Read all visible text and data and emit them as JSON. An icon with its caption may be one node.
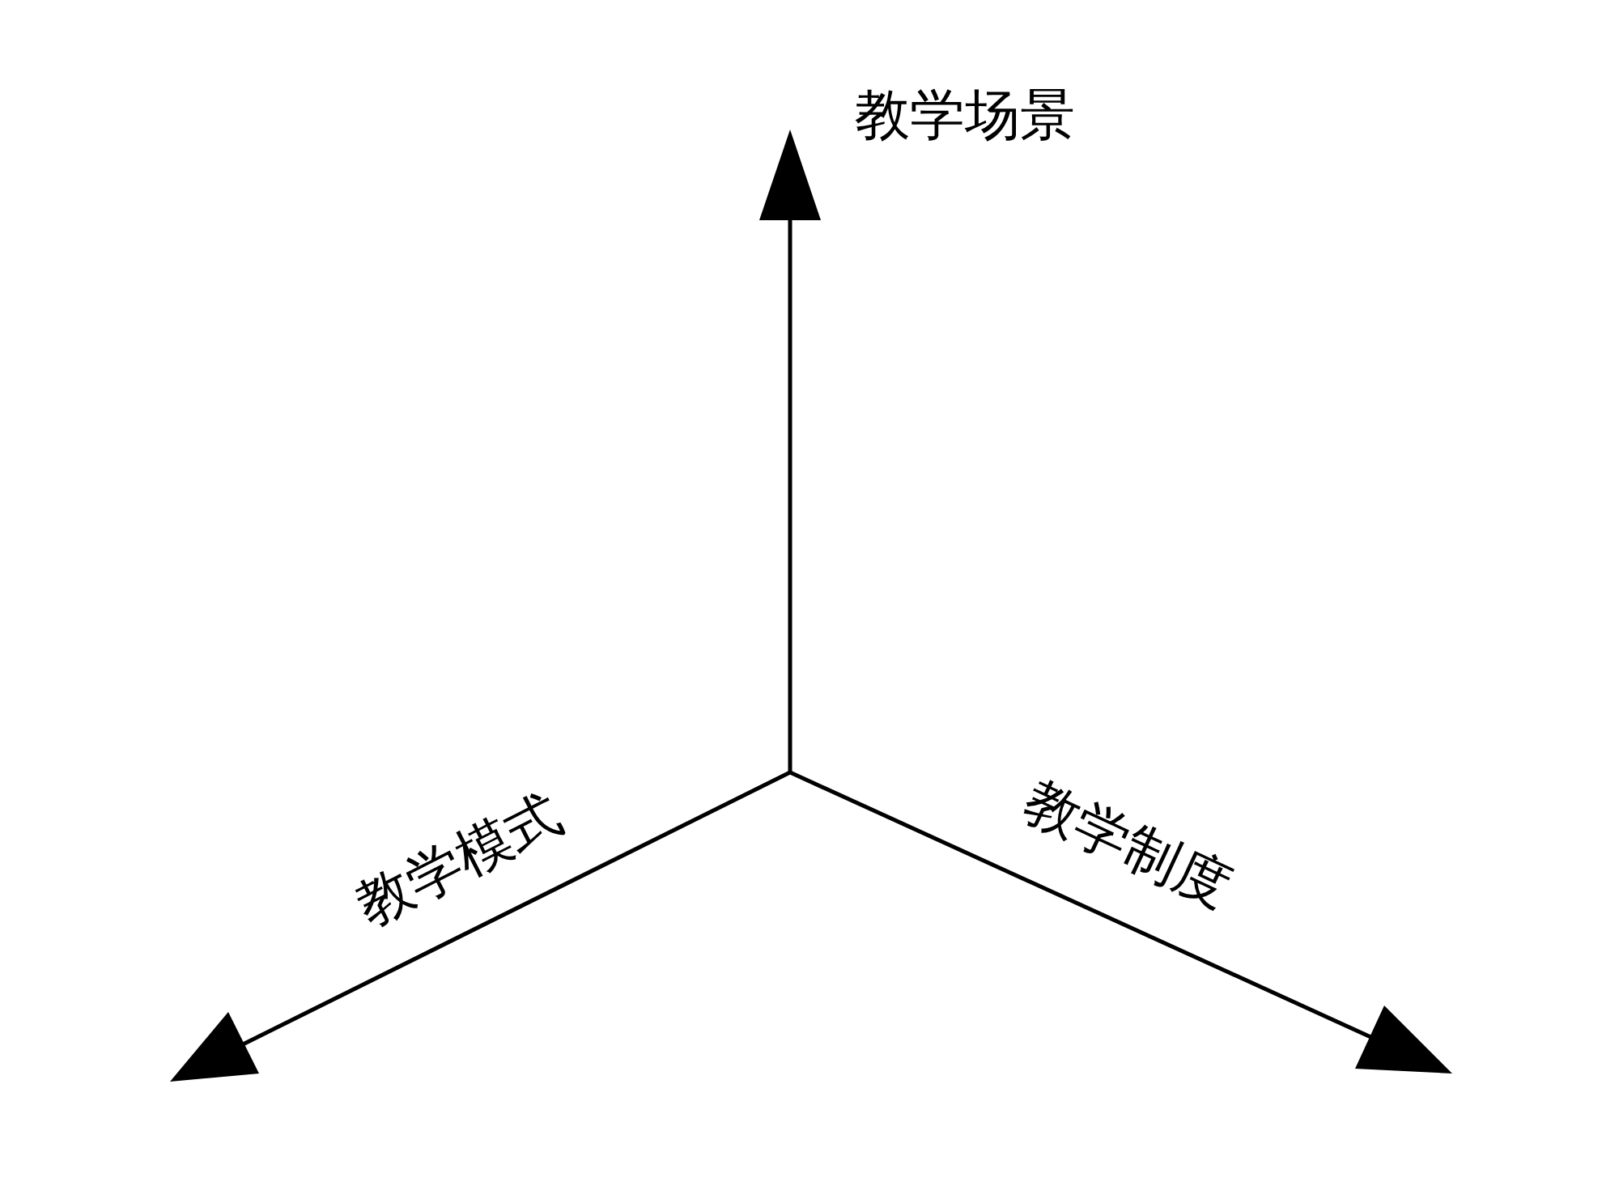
{
  "diagram": {
    "labels": [
      "教学场景",
      "教学模式",
      "教学制度"
    ]
  }
}
